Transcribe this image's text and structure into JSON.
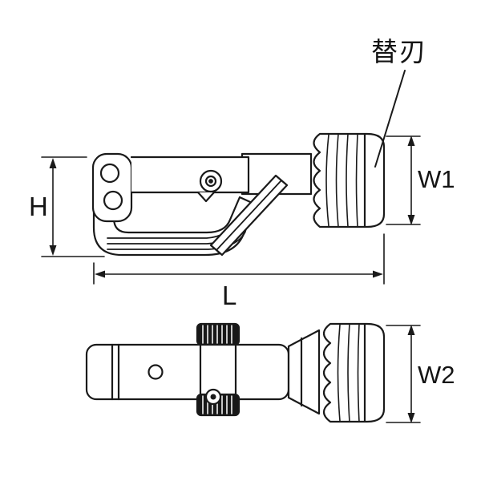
{
  "page": {
    "background": "#ffffff",
    "line_color": "#1a1a1a"
  },
  "labels": {
    "callout": "替刃",
    "height": "H",
    "width1": "W1",
    "length": "L",
    "width2": "W2"
  }
}
